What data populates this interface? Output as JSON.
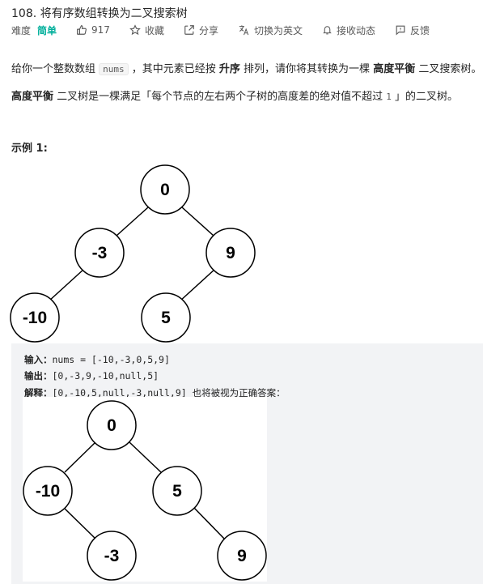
{
  "problem": {
    "title": "108. 将有序数组转换为二叉搜索树",
    "difficulty_label": "难度",
    "difficulty": "简单",
    "likes": "917",
    "favorite": "收藏",
    "share": "分享",
    "switch_lang": "切换为英文",
    "subscribe": "接收动态",
    "feedback": "反馈"
  },
  "description": {
    "p1": {
      "t1": "给你一个整数数组 ",
      "code": "nums",
      "t2": " ，其中元素已经按 ",
      "b1": "升序",
      "t3": " 排列，请你将其转换为一棵 ",
      "b2": "高度平衡",
      "t4": " 二叉搜索树。"
    },
    "p2": {
      "b1": "高度平衡",
      "t1": " 二叉树是一棵满足「每个节点的左右两个子树的高度差的绝对值不超过 ",
      "num": "1",
      "t2": " 」的二叉树。"
    }
  },
  "example": {
    "title": "示例 1:",
    "tree1": {
      "root": "0",
      "left": "-3",
      "right": "9",
      "left_left": "-10",
      "right_left": "5"
    },
    "input_label": "输入：",
    "input": "nums = [-10,-3,0,5,9]",
    "output_label": "输出：",
    "output": "[0,-3,9,-10,null,5]",
    "explain_label": "解释：",
    "explain_code": "[0,-10,5,null,-3,null,9]",
    "explain_text": " 也将被视为正确答案：",
    "tree2": {
      "root": "0",
      "left": "-10",
      "right": "5",
      "left_right": "-3",
      "right_right": "9"
    }
  },
  "colors": {
    "difficulty_easy": "#00af9b",
    "example_bg": "#f2f3f5",
    "text": "#262626",
    "meta_text": "#595959"
  },
  "icons": [
    "thumbs-up-icon",
    "star-icon",
    "share-icon",
    "translate-icon",
    "bell-icon",
    "feedback-icon"
  ]
}
